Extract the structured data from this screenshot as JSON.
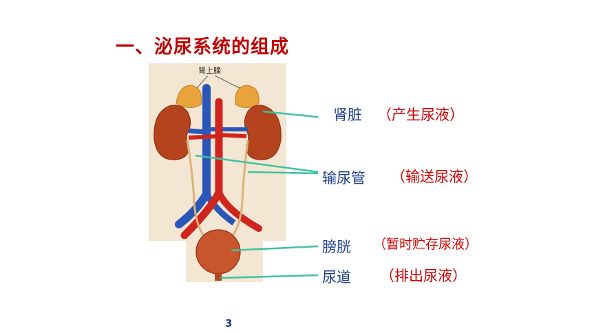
{
  "slide": {
    "title": "一、泌尿系统的组成",
    "figure_label": "肾上腺",
    "page_number": "3"
  },
  "labels": [
    {
      "organ": "肾脏",
      "function": "（产生尿液）"
    },
    {
      "organ": "输尿管",
      "function": "（输送尿液）"
    },
    {
      "organ": "膀胱",
      "function": "（暂时贮存尿液）"
    },
    {
      "organ": "尿道",
      "function": "（排出尿液）"
    }
  ],
  "colors": {
    "title": "#c00000",
    "organ_text": "#1f3f8f",
    "function_text": "#d60000",
    "leader_line": "#3cc2a2",
    "kidney": "#b5441e",
    "artery": "#d0251e",
    "vein": "#2a56b8",
    "adrenal": "#e8a33a"
  }
}
